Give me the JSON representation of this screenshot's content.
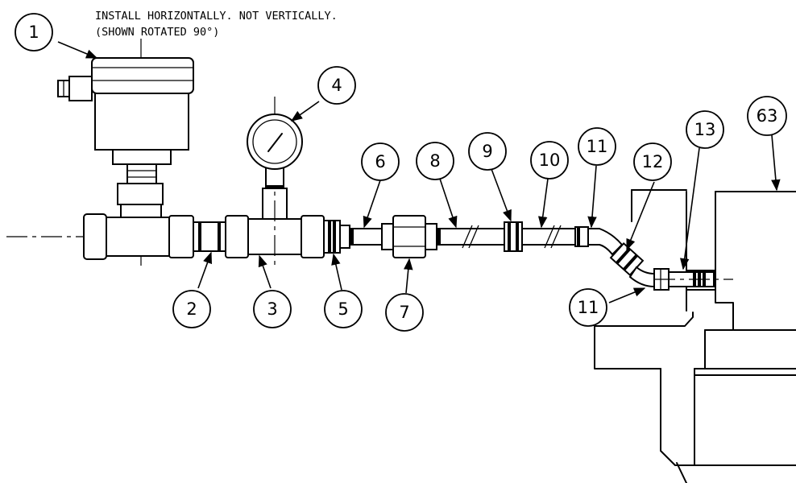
{
  "notes": {
    "line1": "INSTALL HORIZONTALLY.  NOT VERTICALLY.",
    "line2": "(SHOWN ROTATED 90°)"
  },
  "callouts": {
    "c1": "1",
    "c2": "2",
    "c3": "3",
    "c4": "4",
    "c5": "5",
    "c6": "6",
    "c7": "7",
    "c8": "8",
    "c9": "9",
    "c10": "10",
    "c11a": "11",
    "c11b": "11",
    "c12": "12",
    "c13": "13",
    "c63": "63"
  }
}
